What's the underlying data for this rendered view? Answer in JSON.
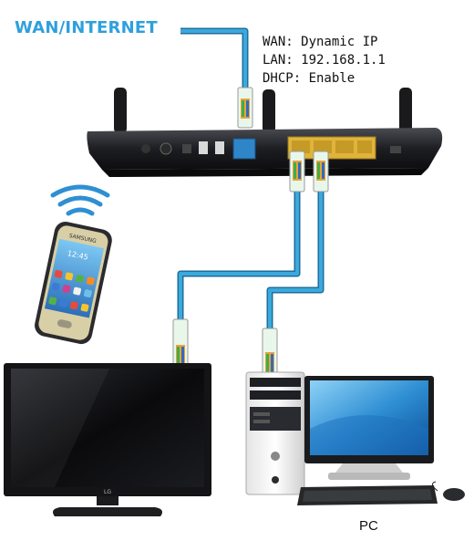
{
  "wan_label": "WAN/INTERNET",
  "config": {
    "wan": "WAN: Dynamic IP",
    "lan": "LAN: 192.168.1.1",
    "dhcp": "DHCP: Enable"
  },
  "pc_label": "PC",
  "phone_brand": "SAMSUNG",
  "phone_clock": "12:45",
  "tv_brand": "LG",
  "colors": {
    "cable": "#3aa9dd",
    "router": "#1c1d20",
    "wan_port": "#2e86c8",
    "lan_port": "#e0b43a",
    "title": "#2fa0dc"
  }
}
